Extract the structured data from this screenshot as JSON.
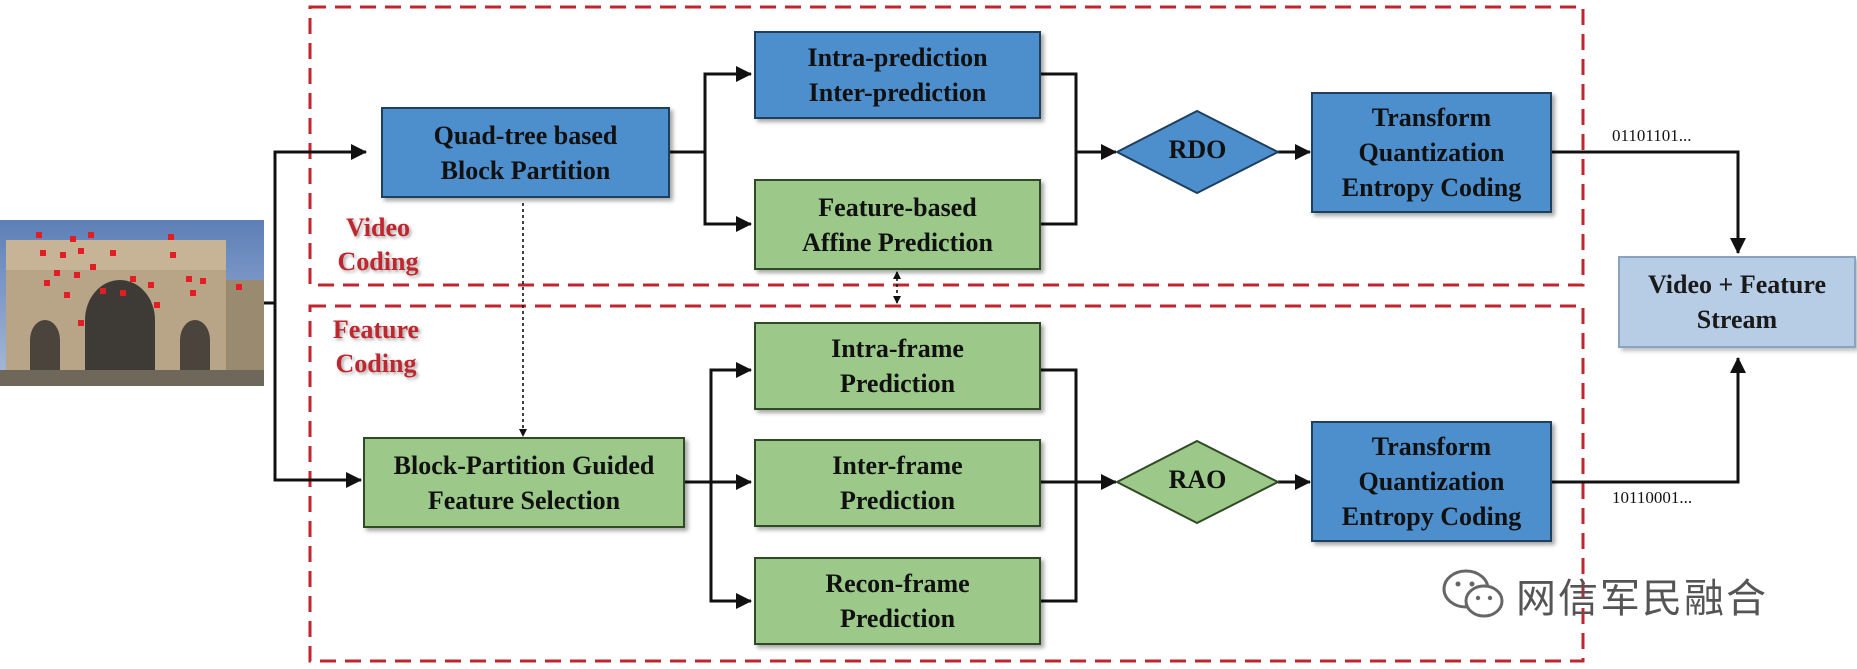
{
  "regions": {
    "video": {
      "label_line1": "Video",
      "label_line2": "Coding"
    },
    "feature": {
      "label_line1": "Feature",
      "label_line2": "Coding"
    }
  },
  "blocks": {
    "quadtree": {
      "line1": "Quad-tree based",
      "line2": "Block Partition"
    },
    "intra_inter": {
      "line1": "Intra-prediction",
      "line2": "Inter-prediction"
    },
    "affine": {
      "line1": "Feature-based",
      "line2": "Affine Prediction"
    },
    "rdo": "RDO",
    "transform_top": {
      "line1": "Transform",
      "line2": "Quantization",
      "line3": "Entropy Coding"
    },
    "block_guided": {
      "line1": "Block-Partition Guided",
      "line2": "Feature Selection"
    },
    "intra_frame": {
      "line1": "Intra-frame",
      "line2": "Prediction"
    },
    "inter_frame": {
      "line1": "Inter-frame",
      "line2": "Prediction"
    },
    "recon_frame": {
      "line1": "Recon-frame",
      "line2": "Prediction"
    },
    "rao": "RAO",
    "transform_bottom": {
      "line1": "Transform",
      "line2": "Quantization",
      "line3": "Entropy Coding"
    },
    "stream": {
      "line1": "Video + Feature",
      "line2": "Stream"
    }
  },
  "bitstreams": {
    "top": "01101101...",
    "bottom": "10110001..."
  },
  "watermark": {
    "text": "网信军民融合",
    "icon": "wechat-icon"
  },
  "colors": {
    "blue_block": "#4d8fcc",
    "green_block": "#9cc98a",
    "region_border": "#c0262e",
    "stream_block": "#b7cde6"
  }
}
